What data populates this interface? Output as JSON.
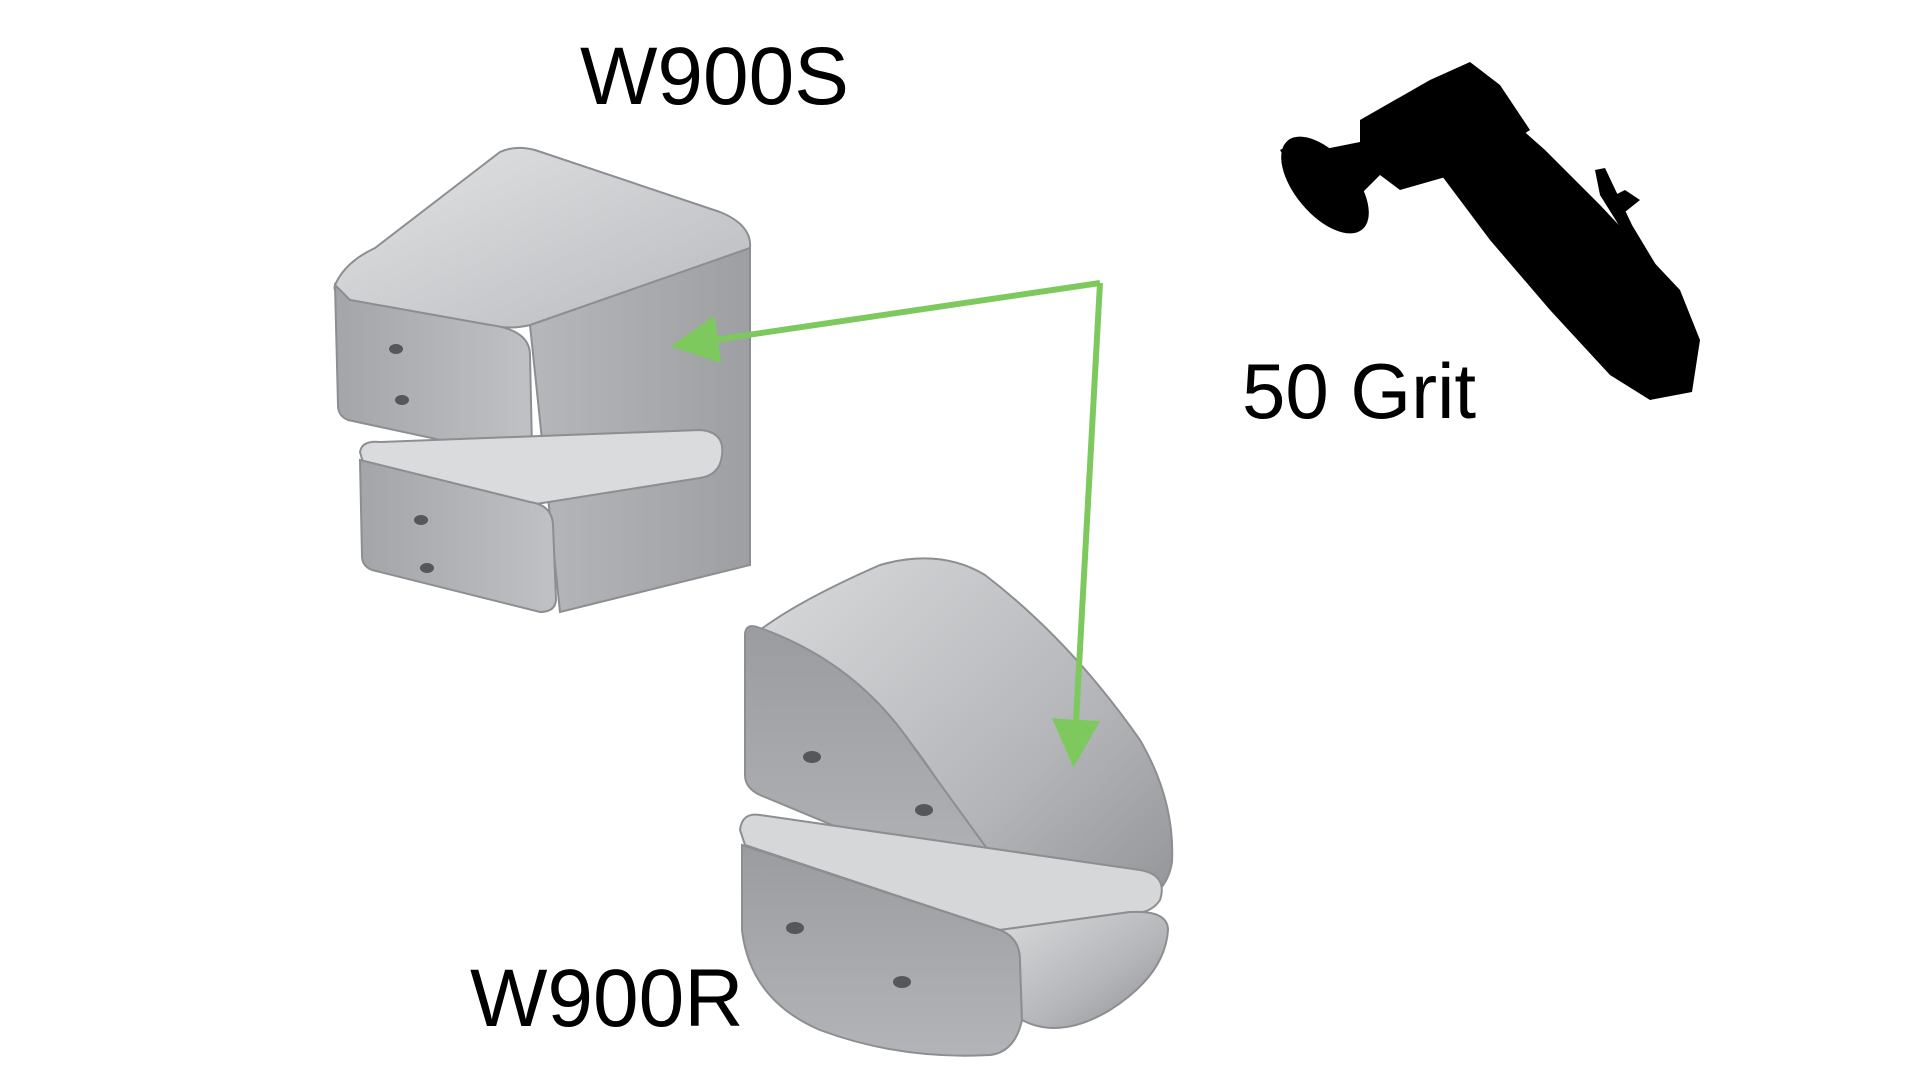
{
  "labels": {
    "part_top": "W900S",
    "part_bottom": "W900R",
    "grit": "50 Grit"
  },
  "icons": {
    "tool": "angle-grinder-icon"
  },
  "colors": {
    "arrow": "#7dc95e",
    "metal_light": "#d4d6d9",
    "metal_mid": "#a9abae",
    "metal_dark": "#7f8184",
    "tool": "#000000",
    "background": "#ffffff"
  }
}
